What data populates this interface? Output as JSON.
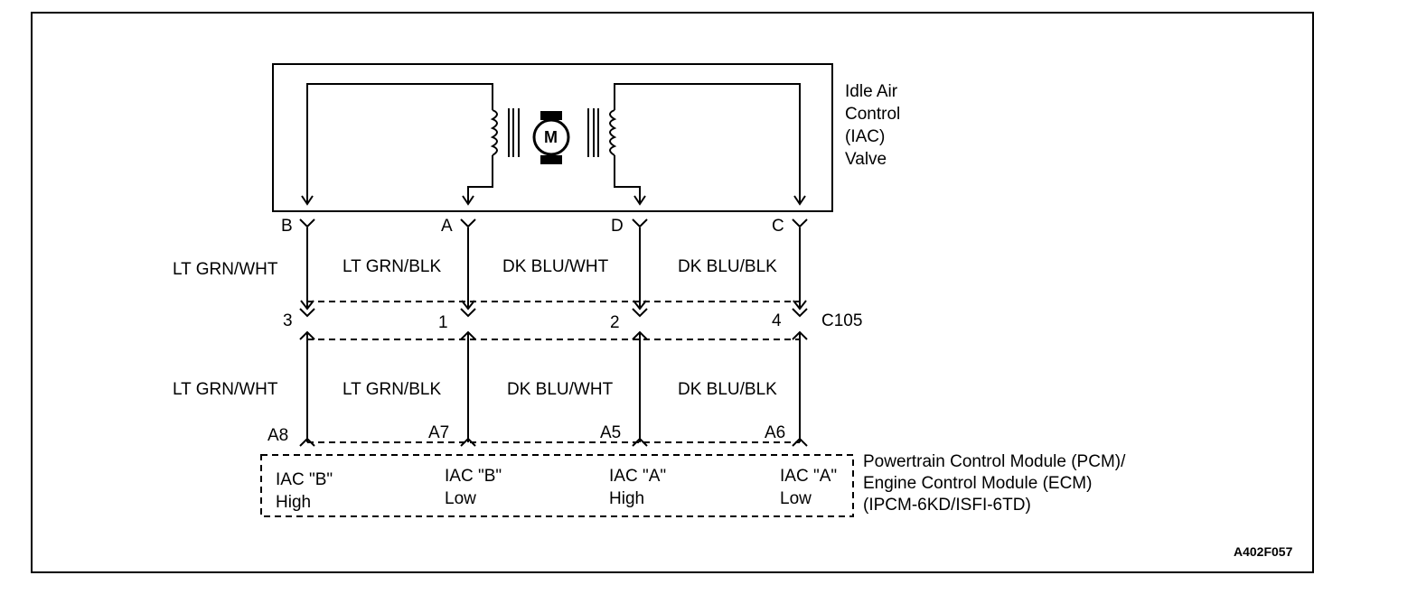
{
  "component": {
    "label_lines": [
      "Idle Air",
      "Control",
      "(IAC)",
      "Valve"
    ],
    "motor_symbol": "M"
  },
  "valve_terminals": [
    "B",
    "A",
    "D",
    "C"
  ],
  "upper_wires": [
    "LT GRN/WHT",
    "LT GRN/BLK",
    "DK BLU/WHT",
    "DK BLU/BLK"
  ],
  "connector": {
    "name": "C105",
    "pins": [
      "3",
      "1",
      "2",
      "4"
    ]
  },
  "lower_wires": [
    "LT GRN/WHT",
    "LT GRN/BLK",
    "DK BLU/WHT",
    "DK BLU/BLK"
  ],
  "module_pins": [
    "A8",
    "A7",
    "A5",
    "A6"
  ],
  "module": {
    "label_lines": [
      "Powertrain Control Module (PCM)/",
      "Engine Control Module (ECM)",
      "(IPCM-6KD/ISFI-6TD)"
    ],
    "circuits": [
      {
        "line1": "IAC \"B\"",
        "line2": "High"
      },
      {
        "line1": "IAC \"B\"",
        "line2": "Low"
      },
      {
        "line1": "IAC \"A\"",
        "line2": "High"
      },
      {
        "line1": "IAC \"A\"",
        "line2": "Low"
      }
    ]
  },
  "figure_id": "A402F057"
}
